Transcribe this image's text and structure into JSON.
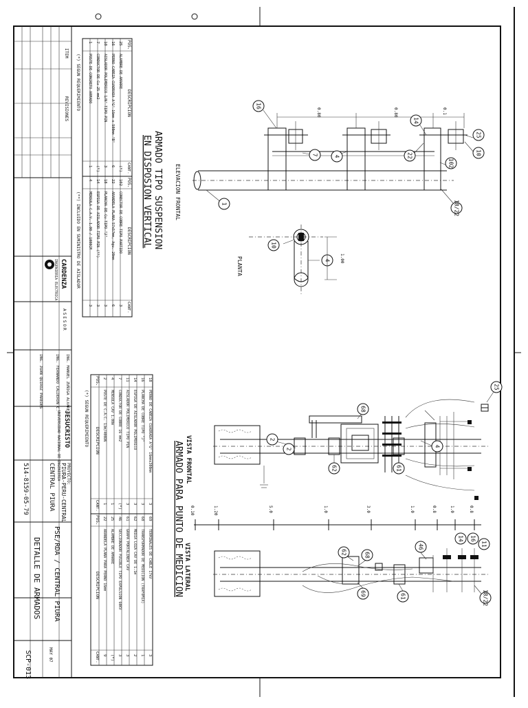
{
  "drawing1": {
    "title_line1": "ARMADO TIPO SUSPENSION",
    "title_line2": "EN DISPOSION VERTICAL",
    "view_front": "ELEVACION FRONTAL",
    "view_plan": "PLANTA",
    "dims": [
      "0.80",
      "0.80",
      "0.1",
      "1.00"
    ],
    "bubbles": [
      "16",
      "14",
      "25",
      "10",
      "22",
      "102",
      "7",
      "4",
      "1",
      "18/22",
      "10",
      "4"
    ],
    "table_headers": [
      "POS.",
      "DESCRIPCION",
      "CANT."
    ],
    "table_left": [
      {
        "pos": "25",
        "desc": "ALAMBRE DE AMARRE",
        "cant": "(*)"
      },
      {
        "pos": "16",
        "desc": "PERNO CABEZA CUADRADA A°G° 16mm x 500mm °B°",
        "cant": "6"
      },
      {
        "pos": "10",
        "desc": "AISLADOR POLIMERICO 1/N° TIPO PIN",
        "cant": "3"
      },
      {
        "pos": "7",
        "desc": "CONDUCTOR DE Cu 25 mm2",
        "cant": "(*)"
      },
      {
        "pos": "1",
        "desc": "POSTE DE CONCRETO ARMADO",
        "cant": "1"
      }
    ],
    "table_right": [
      {
        "pos": "102",
        "desc": "CONECTOR DE COBRE TIPO PARTIDO",
        "cant": "3"
      },
      {
        "pos": "22",
        "desc": "ARANDELA PLANA 57x57mm, Agu. 20mm",
        "cant": "6"
      },
      {
        "pos": "18",
        "desc": "PLANCHA DE Cu TIPO \"J\"",
        "cant": "3"
      },
      {
        "pos": "14",
        "desc": "ESPIGA DE AISLADOR TIPO PIN (**)",
        "cant": "3"
      },
      {
        "pos": "4",
        "desc": "MENSULA C.A.V. 1.00 / 1000CM",
        "cant": "3"
      }
    ],
    "note_left": "(*) SEGUN REQUERIMIENTO",
    "note_right": "(**) INCLUIDO EN SUMINISTRO DE AISLADOR"
  },
  "drawing2": {
    "title": "ARMADO PARA PUNTO DE MEDICION",
    "view_front": "VISTA FRONTAL",
    "view_side": "VISTA LATERAL",
    "scale_marks": [
      "0.10",
      "1.20",
      "5.0",
      "1.0",
      "3.0",
      "1.0",
      "0.8",
      "1.0",
      "0.8"
    ],
    "bubbles_front": [
      "25",
      "4",
      "68",
      "2",
      "2",
      "62",
      "61"
    ],
    "bubbles_side": [
      "11",
      "16",
      "14",
      "18/22",
      "46",
      "68",
      "62",
      "69",
      "61"
    ],
    "table_headers": [
      "POS.",
      "DESCRIPCION",
      "CANT."
    ],
    "table_left": [
      {
        "pos": "18",
        "desc": "PERNO DE CABEZA CUADRADA A°G° 16mmx300mm",
        "cant": "3"
      },
      {
        "pos": "16",
        "desc": "PLANCHA DE COBRE TIPO \"J\"",
        "cant": "3"
      },
      {
        "pos": "14",
        "desc": "ESPIGA DE AISLADOR POLIMERICO",
        "cant": "3"
      },
      {
        "pos": "11",
        "desc": "AISLADOR POLIMERICO TIPO PIN",
        "cant": "3"
      },
      {
        "pos": "7",
        "desc": "CONDUCTOR DE COBRE 16 mm2",
        "cant": "(*)"
      },
      {
        "pos": "4",
        "desc": "MENSULA CAV 1.00m",
        "cant": "1"
      },
      {
        "pos": "2",
        "desc": "POSTE DE C.A.C. 13m/400DN",
        "cant": "1"
      }
    ],
    "table_right": [
      {
        "pos": "69",
        "desc": "TERMINALES DE CABLE 17kV",
        "cant": "3"
      },
      {
        "pos": "68",
        "desc": "TRANSFORMADOR DE MEDICION (TRAFOMIX)",
        "cant": "1"
      },
      {
        "pos": "62",
        "desc": "MEDIA LOZA CAV DE 1.1m",
        "cant": "2"
      },
      {
        "pos": "61",
        "desc": "GRAPA PORTALINEA CAV",
        "cant": "3"
      },
      {
        "pos": "46",
        "desc": "SECCIONADOR FUSIBLE TIPO EXPULSION 60KV",
        "cant": "3"
      },
      {
        "pos": "25",
        "desc": "ALAMBRE DE AMARRE",
        "cant": "(*)"
      },
      {
        "pos": "22",
        "desc": "ARANDELA PLANA PARA PERNO 16mm",
        "cant": "9"
      }
    ],
    "note": "(*) SEGUN REQUERIMIENTO"
  },
  "title_block": {
    "company": "CARDENZA",
    "company_sub": "INGENIERIA ELECTRICA",
    "university": "JESUCRISTO",
    "university_sub": "UNIVERSIDAD NACIONAL DE INGENIERIA",
    "project_label": "PROYECTO:",
    "project": "PIURA-PERU-CENTRAL",
    "sheet_title": "DETALLE DE ARMADOS",
    "subtitle": "PSE/RDA / CENTRAL PIURA",
    "location": "CENTRAL PIURA",
    "code": "514-8159-05-79",
    "sheet_code": "SCP-013",
    "date": "MAY 07",
    "design_by": "ING. MANUEL ZUÑIGA ALVAREZ",
    "checked_by": "ING. FERNANDO CALDERON C.",
    "approved_by": "ING. JUAN QUIROZ PAREDES",
    "asesor": "ASESOR",
    "revisions_label": "REVISIONES",
    "item_label": "ITEM"
  }
}
